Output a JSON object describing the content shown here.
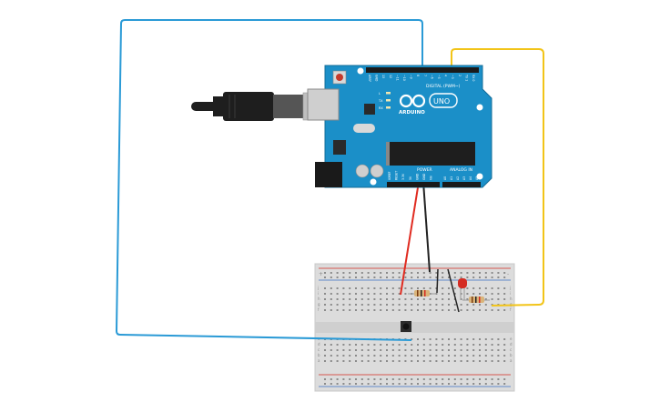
{
  "board": {
    "brand": "ARDUINO",
    "model": "UNO",
    "digital_header_label": "DIGITAL (PWM~)",
    "power_header_label": "POWER",
    "analog_header_label": "ANALOG IN",
    "digital_pins": [
      "AREF",
      "GND",
      "13",
      "12",
      "~11",
      "~10",
      "~9",
      "8",
      "7",
      "~6",
      "~5",
      "4",
      "~3",
      "2",
      "TX 1",
      "RX 0"
    ],
    "power_pins": [
      "IOREF",
      "RESET",
      "3.3V",
      "5V",
      "GND",
      "GND",
      "Vin"
    ],
    "analog_pins": [
      "A0",
      "A1",
      "A2",
      "A3",
      "A4",
      "A5"
    ],
    "led_labels": [
      "L",
      "TX",
      "RX"
    ]
  },
  "breadboard": {
    "rows_top": [
      "j",
      "i",
      "h",
      "g",
      "f"
    ],
    "rows_bottom": [
      "e",
      "d",
      "c",
      "b",
      "a"
    ],
    "rail_plus": "+",
    "rail_minus": "-"
  },
  "wires": {
    "colors": {
      "blue": "#2a9ad6",
      "yellow": "#f2c418",
      "red": "#e02b20",
      "black": "#222222"
    }
  },
  "components": {
    "led_color": "#d42c23",
    "resistor_body": "#d9b47a",
    "pushbutton": "#2b2b2b",
    "usb_cable": "#1e1e1e"
  }
}
